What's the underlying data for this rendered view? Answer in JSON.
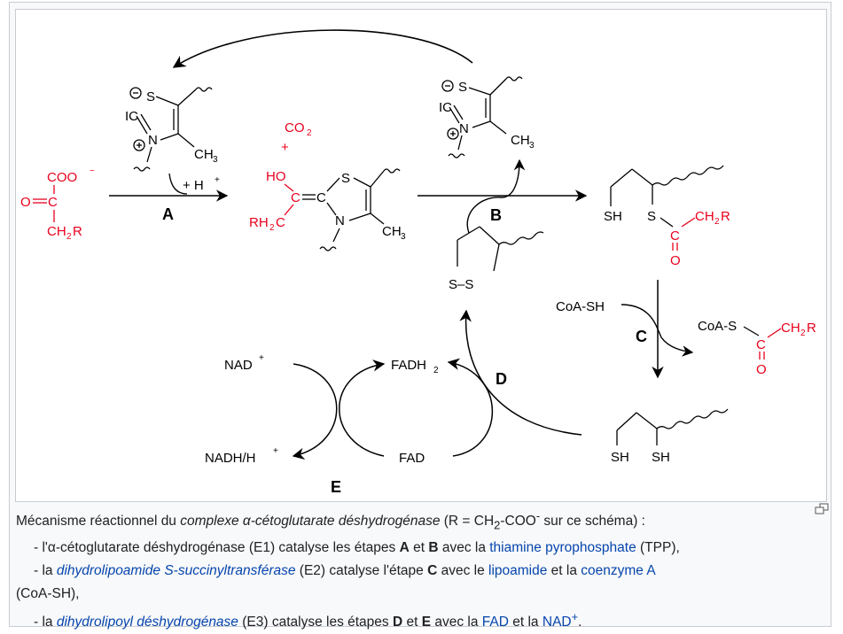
{
  "diagram": {
    "steps": [
      "A",
      "B",
      "C",
      "D",
      "E"
    ],
    "labels": {
      "keto_coo": "COO",
      "keto_o": "O",
      "keto_c": "C",
      "keto_ch2r": "CH",
      "keto_r": "R",
      "h_plus": "+ H",
      "co2": "CO",
      "co2_2": "2",
      "plus": "+",
      "ho": "HO",
      "c_eq": "C",
      "c2": "C",
      "rh2c": "RH",
      "rh2c_2": "2",
      "rh2c_c": "C",
      "s": "S",
      "n": "N",
      "ch3": "CH",
      "ch3_3": "3",
      "ic": "IC",
      "sh": "SH",
      "s_lip": "S",
      "ch2r_ac": "CH",
      "r": "R",
      "o": "O",
      "c": "C",
      "ss": "S–S",
      "coa_sh": "CoA-SH",
      "coa_s": "CoA-S",
      "nad": "NAD",
      "nadh": "NADH/H",
      "fadh": "FADH",
      "fadh_2": "2",
      "fad": "FAD"
    }
  },
  "caption": {
    "line1_a": "Mécanisme réactionnel du ",
    "line1_i": "complexe α-cétoglutarate déshydrogénase",
    "line1_b": " (R = CH",
    "line1_sub": "2",
    "line1_c": "-COO",
    "line1_sup": "-",
    "line1_d": " sur ce schéma) :",
    "line2_a": "- l'α-cétoglutarate déshydrogénase (E1) catalyse les étapes ",
    "line2_A": "A",
    "line2_et": " et ",
    "line2_B": "B",
    "line2_b": " avec la ",
    "line2_link": "thiamine pyrophosphate",
    "line2_c": " (TPP),",
    "line3_a": "- la ",
    "line3_link1": "dihydrolipoamide S-succinyltransférase",
    "line3_b": " (E2) catalyse l'étape ",
    "line3_C": "C",
    "line3_c": " avec le ",
    "line3_link2": "lipoamide",
    "line3_d": " et la ",
    "line3_link3": "coenzyme A",
    "line3_e": "(CoA-SH),",
    "line4_a": "- la ",
    "line4_link1": "dihydrolipoyl déshydrogénase",
    "line4_b": " (E3) catalyse les étapes ",
    "line4_D": "D",
    "line4_et": " et ",
    "line4_E": "E",
    "line4_c": " avec la ",
    "line4_link2": "FAD",
    "line4_d": " et la ",
    "line4_link3": "NAD",
    "line4_sup": "+",
    "line4_e": "."
  },
  "colors": {
    "red": "#e8001c",
    "link": "#0645ad",
    "text": "#202122",
    "border": "#c8ccd1"
  },
  "icons": {
    "enlarge": "magnify-clip-icon"
  }
}
